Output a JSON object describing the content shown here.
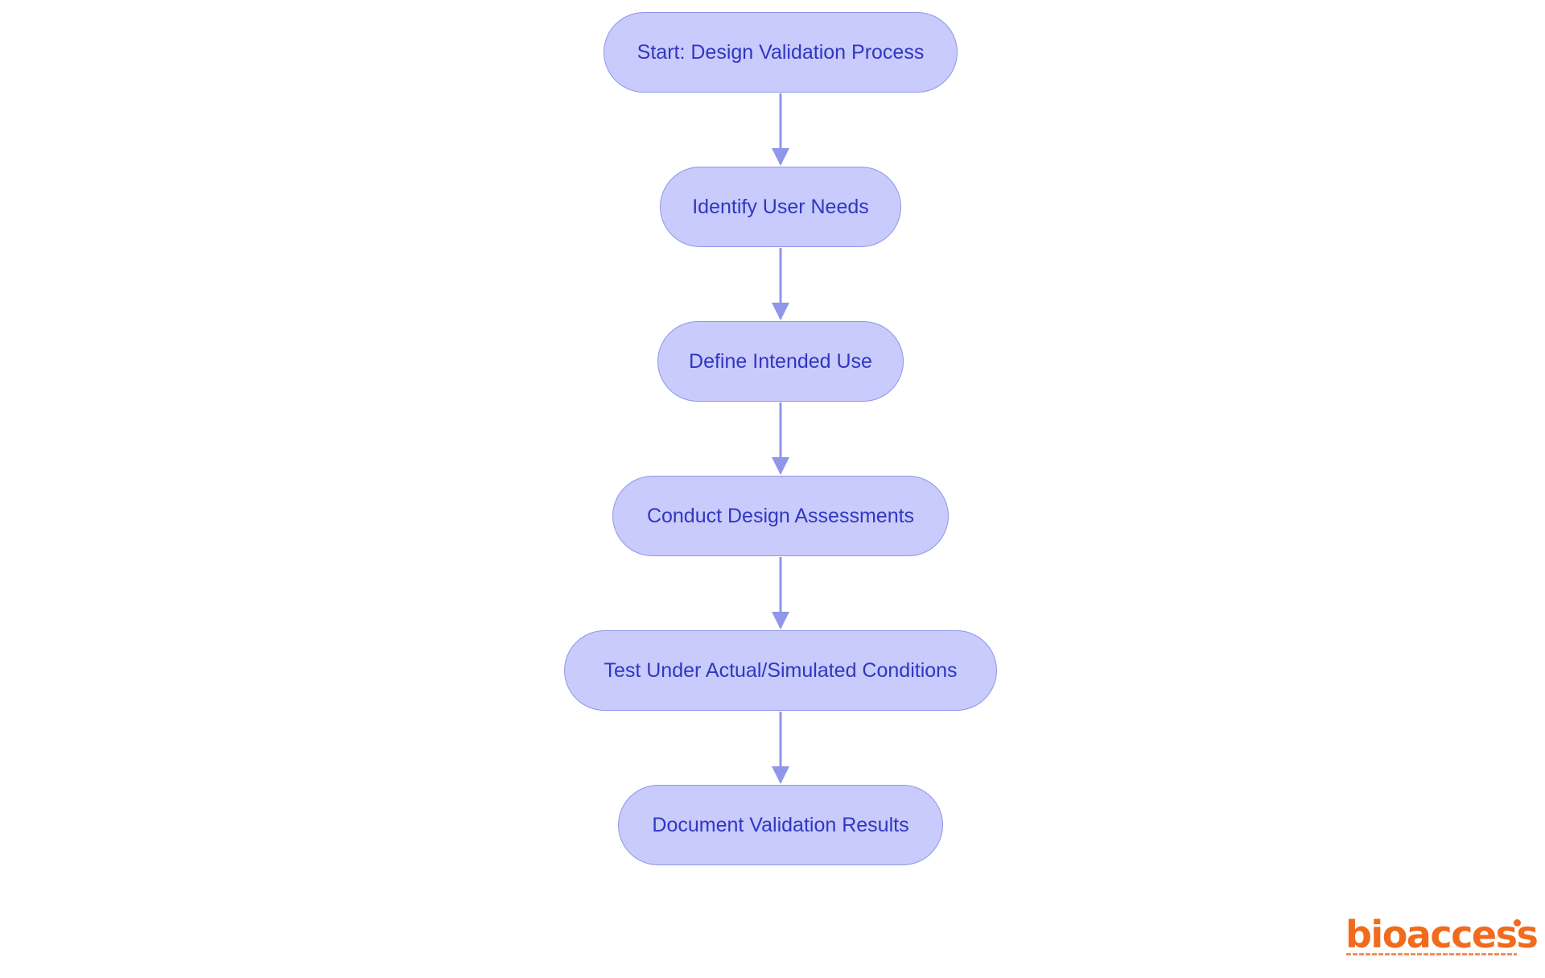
{
  "diagram": {
    "nodes": [
      {
        "id": "start",
        "label": "Start: Design Validation Process"
      },
      {
        "id": "identify",
        "label": "Identify User Needs"
      },
      {
        "id": "define",
        "label": "Define Intended Use"
      },
      {
        "id": "conduct",
        "label": "Conduct Design Assessments"
      },
      {
        "id": "test",
        "label": "Test Under Actual/Simulated Conditions"
      },
      {
        "id": "document",
        "label": "Document Validation Results"
      }
    ],
    "edges": [
      {
        "from": "start",
        "to": "identify"
      },
      {
        "from": "identify",
        "to": "define"
      },
      {
        "from": "define",
        "to": "conduct"
      },
      {
        "from": "conduct",
        "to": "test"
      },
      {
        "from": "test",
        "to": "document"
      }
    ],
    "colors": {
      "node_fill": "#c8cbfb",
      "node_border": "#9096ea",
      "node_text": "#3236c0",
      "edge": "#9096ea"
    }
  },
  "logo": {
    "text": "bioaccess",
    "color": "#f26a1b"
  }
}
